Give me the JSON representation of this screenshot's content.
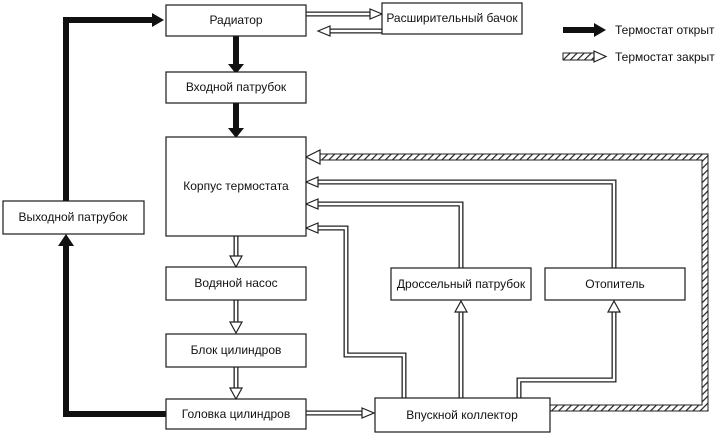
{
  "colors": {
    "open_flow": "#111111",
    "closed_flow_outline": "#222222",
    "closed_flow_fill": "#ffffff",
    "closed_hatch": "#222222"
  },
  "nodes": {
    "radiator": "Радиатор",
    "expansion_tank": "Расширительный бачок",
    "inlet_pipe": "Входной патрубок",
    "thermostat_housing": "Корпус термостата",
    "outlet_pipe": "Выходной патрубок",
    "water_pump": "Водяной насос",
    "throttle_body": "Дроссельный патрубок",
    "heater": "Отопитель",
    "cylinder_block": "Блок цилиндров",
    "cylinder_head": "Головка цилиндров",
    "intake_manifold": "Впускной коллектор"
  },
  "legend": {
    "open": "Термостат открыт",
    "closed": "Термостат закрыт"
  }
}
